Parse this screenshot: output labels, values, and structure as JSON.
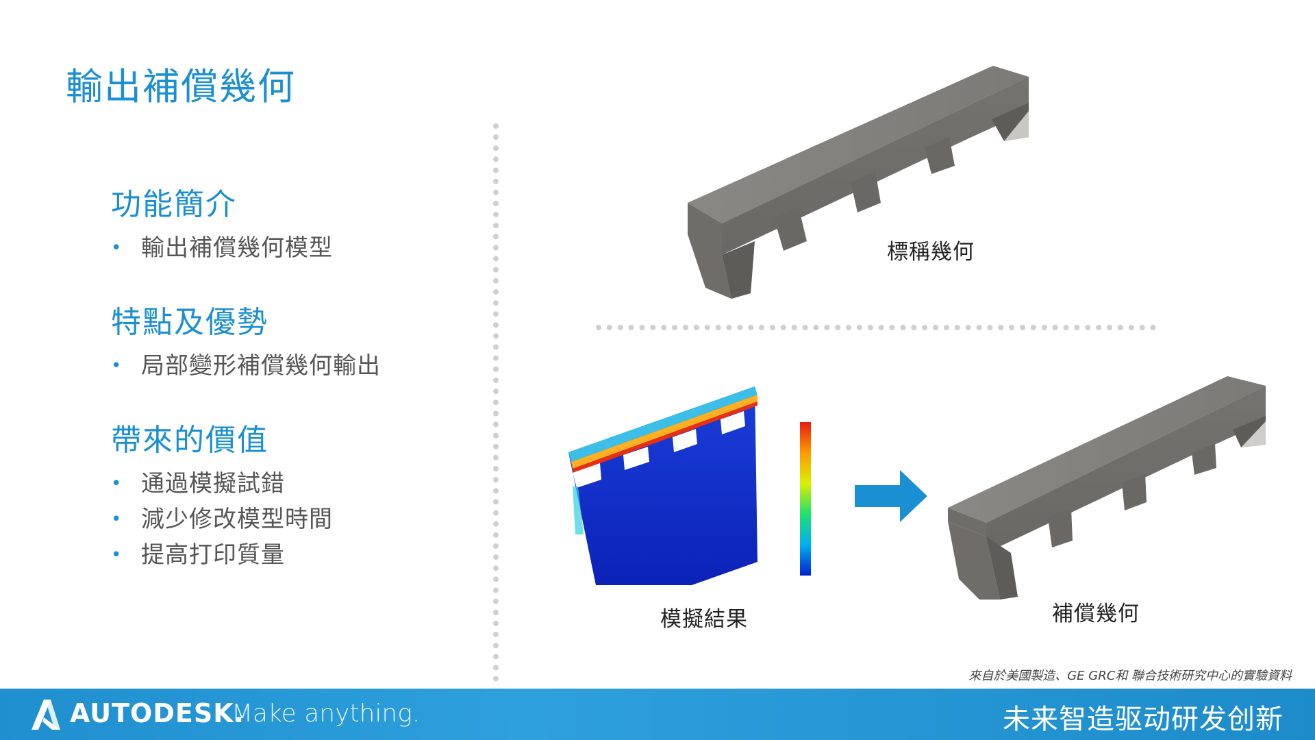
{
  "title": "輸出補償幾何",
  "sections": [
    {
      "heading": "功能簡介",
      "bullets": [
        "輸出補償幾何模型"
      ]
    },
    {
      "heading": "特點及優勢",
      "bullets": [
        "局部變形補償幾何輸出"
      ]
    },
    {
      "heading": "帶來的價值",
      "bullets": [
        "通過模擬試錯",
        "減少修改模型時間",
        "提高打印質量"
      ]
    }
  ],
  "bullet_symbol": "•",
  "figures": {
    "nominal_label": "標稱幾何",
    "simulation_label": "模擬結果",
    "compensated_label": "補償幾何"
  },
  "source_note": "來自於美國製造、GE GRC和 聯合技術研究中心的實驗資料",
  "footer": {
    "brand": "AUTODESK.",
    "tagline": "Make anything.",
    "slogan": "未来智造驱动研发创新"
  },
  "colors": {
    "accent": "#1a8fd1",
    "footer": "#1f8fcf",
    "model_gray": "#8a8884"
  }
}
